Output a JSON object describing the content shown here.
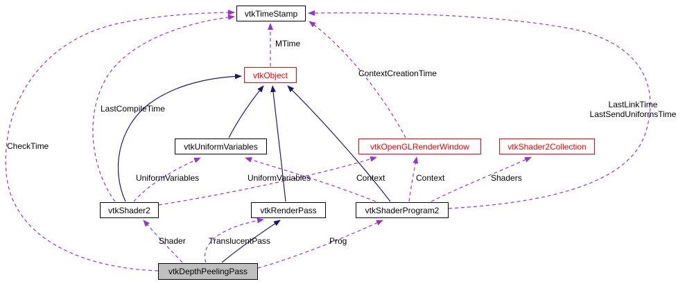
{
  "diagram": {
    "kind": "collaboration-graph",
    "colors": {
      "inheritance_edge": "#191970",
      "usage_edge": "#9a32cd",
      "node_border": "#000000",
      "external_node": "#ff0000",
      "current_node_fill": "#bfbfbf",
      "background": "#ffffff"
    },
    "nodes": [
      {
        "id": "vtkTimeStamp",
        "label": "vtkTimeStamp",
        "style": "normal"
      },
      {
        "id": "vtkObject",
        "label": "vtkObject",
        "style": "external"
      },
      {
        "id": "vtkUniformVariables",
        "label": "vtkUniformVariables",
        "style": "normal"
      },
      {
        "id": "vtkOpenGLRenderWindow",
        "label": "vtkOpenGLRenderWindow",
        "style": "external"
      },
      {
        "id": "vtkShader2Collection",
        "label": "vtkShader2Collection",
        "style": "external"
      },
      {
        "id": "vtkShader2",
        "label": "vtkShader2",
        "style": "normal"
      },
      {
        "id": "vtkRenderPass",
        "label": "vtkRenderPass",
        "style": "normal"
      },
      {
        "id": "vtkShaderProgram2",
        "label": "vtkShaderProgram2",
        "style": "normal"
      },
      {
        "id": "vtkDepthPeelingPass",
        "label": "vtkDepthPeelingPass",
        "style": "current"
      }
    ],
    "edges": [
      {
        "from": "vtkObject",
        "to": "vtkTimeStamp",
        "label": "MTime",
        "style": "dashed"
      },
      {
        "from": "vtkOpenGLRenderWindow",
        "to": "vtkTimeStamp",
        "label": "ContextCreationTime",
        "style": "dashed"
      },
      {
        "from": "vtkShaderProgram2",
        "to": "vtkTimeStamp",
        "label_lines": [
          "LastLinkTime",
          "LastSendUniformsTime"
        ],
        "style": "dashed"
      },
      {
        "from": "vtkShader2",
        "to": "vtkTimeStamp",
        "label": "LastCompileTime",
        "style": "dashed"
      },
      {
        "from": "vtkDepthPeelingPass",
        "to": "vtkTimeStamp",
        "label": "CheckTime",
        "style": "dashed"
      },
      {
        "from": "vtkShader2",
        "to": "vtkUniformVariables",
        "label": "UniformVariables",
        "style": "dashed"
      },
      {
        "from": "vtkShaderProgram2",
        "to": "vtkUniformVariables",
        "label": "UniformVariables",
        "style": "dashed"
      },
      {
        "from": "vtkShader2",
        "to": "vtkOpenGLRenderWindow",
        "label": "Context",
        "style": "dashed"
      },
      {
        "from": "vtkShaderProgram2",
        "to": "vtkOpenGLRenderWindow",
        "label": "Context",
        "style": "dashed"
      },
      {
        "from": "vtkShaderProgram2",
        "to": "vtkShader2Collection",
        "label": "Shaders",
        "style": "dashed"
      },
      {
        "from": "vtkDepthPeelingPass",
        "to": "vtkShader2",
        "label": "Shader",
        "style": "dashed"
      },
      {
        "from": "vtkDepthPeelingPass",
        "to": "vtkRenderPass",
        "label": "TranslucentPass",
        "style": "dashed"
      },
      {
        "from": "vtkDepthPeelingPass",
        "to": "vtkShaderProgram2",
        "label": "Prog",
        "style": "dashed"
      },
      {
        "from": "vtkUniformVariables",
        "to": "vtkObject",
        "style": "solid"
      },
      {
        "from": "vtkShader2",
        "to": "vtkObject",
        "style": "solid"
      },
      {
        "from": "vtkRenderPass",
        "to": "vtkObject",
        "style": "solid"
      },
      {
        "from": "vtkShaderProgram2",
        "to": "vtkObject",
        "style": "solid"
      },
      {
        "from": "vtkDepthPeelingPass",
        "to": "vtkRenderPass",
        "style": "solid"
      }
    ]
  }
}
